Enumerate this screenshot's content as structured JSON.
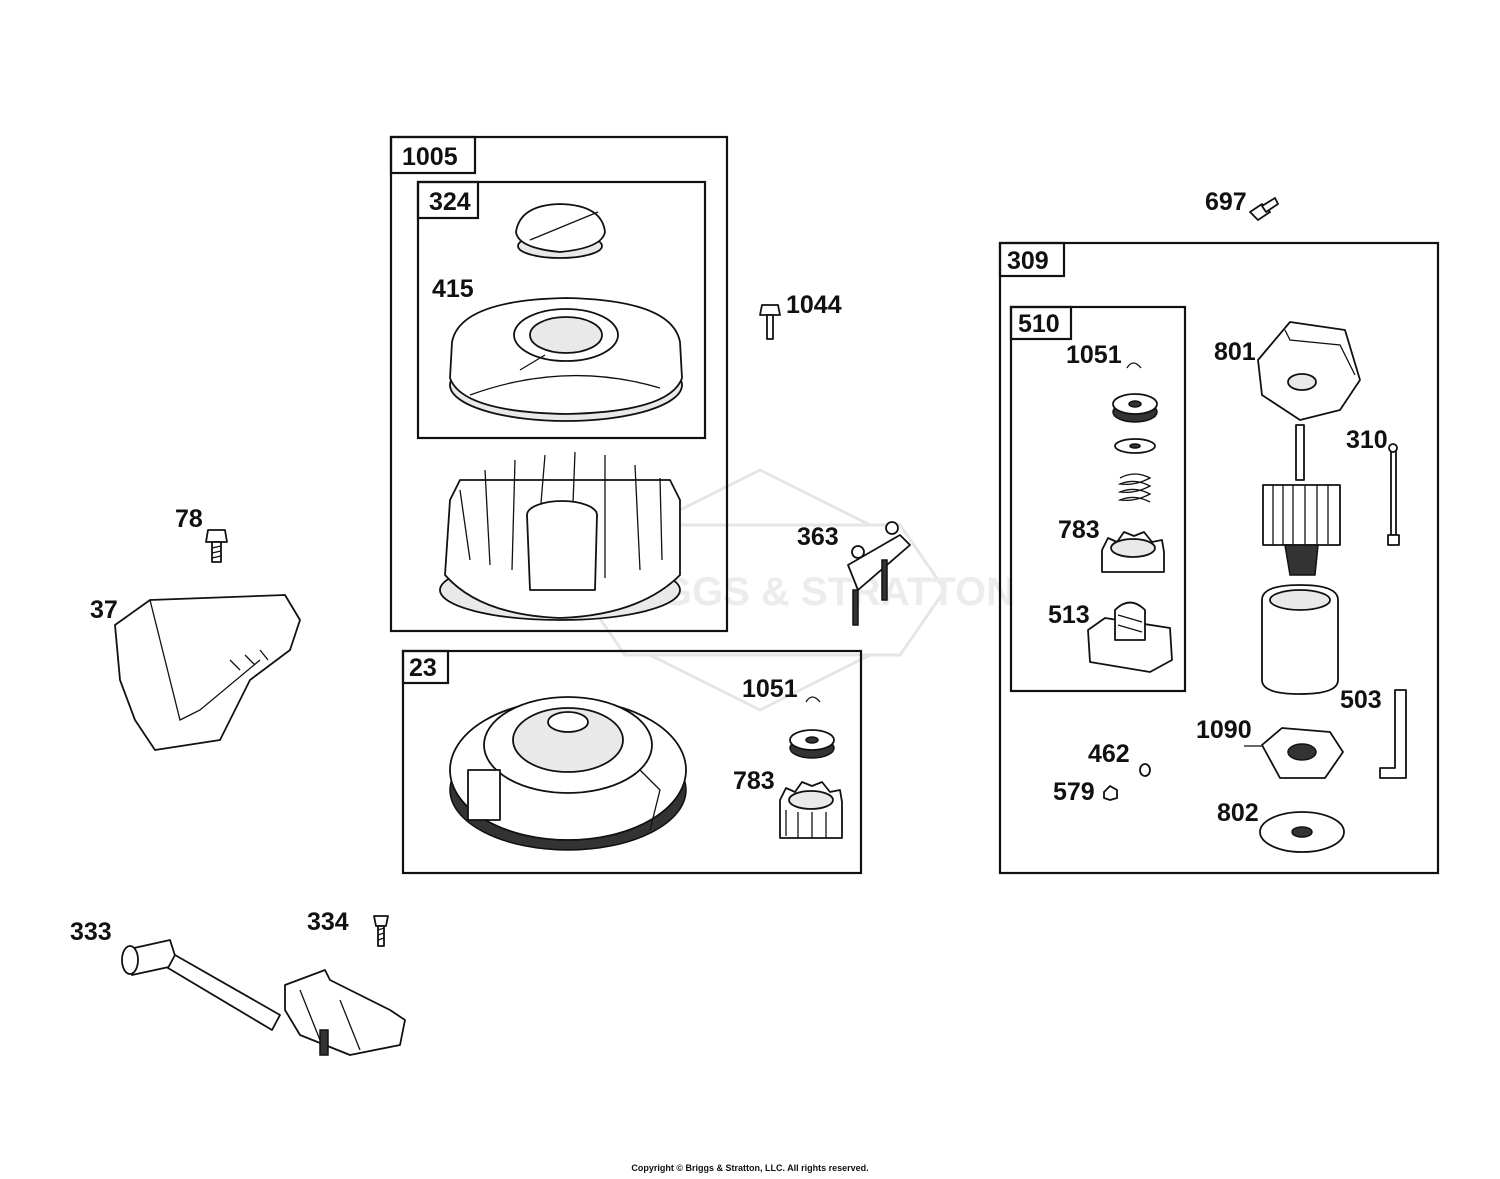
{
  "watermark": {
    "brand_text": "BRIGGS & STRATTON"
  },
  "group_boxes": [
    {
      "id": "1005",
      "label": "1005"
    },
    {
      "id": "324",
      "label": "324"
    },
    {
      "id": "23",
      "label": "23"
    },
    {
      "id": "309",
      "label": "309"
    },
    {
      "id": "510",
      "label": "510"
    }
  ],
  "callouts": [
    {
      "id": "697",
      "label": "697"
    },
    {
      "id": "415",
      "label": "415"
    },
    {
      "id": "1044",
      "label": "1044"
    },
    {
      "id": "78",
      "label": "78"
    },
    {
      "id": "37",
      "label": "37"
    },
    {
      "id": "363",
      "label": "363"
    },
    {
      "id": "1051_a",
      "label": "1051"
    },
    {
      "id": "783_a",
      "label": "783"
    },
    {
      "id": "333",
      "label": "333"
    },
    {
      "id": "334",
      "label": "334"
    },
    {
      "id": "1051_b",
      "label": "1051"
    },
    {
      "id": "783_b",
      "label": "783"
    },
    {
      "id": "513",
      "label": "513"
    },
    {
      "id": "801",
      "label": "801"
    },
    {
      "id": "310",
      "label": "310"
    },
    {
      "id": "503",
      "label": "503"
    },
    {
      "id": "1090",
      "label": "1090"
    },
    {
      "id": "462",
      "label": "462"
    },
    {
      "id": "579",
      "label": "579"
    },
    {
      "id": "802",
      "label": "802"
    }
  ],
  "footer": {
    "copyright": "Copyright © Briggs & Stratton, LLC. All rights reserved."
  }
}
